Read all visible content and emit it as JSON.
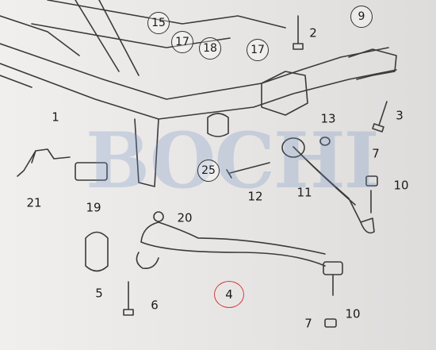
{
  "diagram": {
    "watermark": "BOCHI",
    "labels": [
      {
        "id": "15",
        "text": "15",
        "style": "circled"
      },
      {
        "id": "17a",
        "text": "17",
        "style": "circled"
      },
      {
        "id": "18",
        "text": "18",
        "style": "circled"
      },
      {
        "id": "17b",
        "text": "17",
        "style": "circled"
      },
      {
        "id": "9",
        "text": "9",
        "style": "circled"
      },
      {
        "id": "2",
        "text": "2",
        "style": "plain"
      },
      {
        "id": "1",
        "text": "1",
        "style": "plain"
      },
      {
        "id": "3",
        "text": "3",
        "style": "plain"
      },
      {
        "id": "13",
        "text": "13",
        "style": "plain"
      },
      {
        "id": "25",
        "text": "25",
        "style": "circled"
      },
      {
        "id": "21",
        "text": "21",
        "style": "plain"
      },
      {
        "id": "19",
        "text": "19",
        "style": "plain"
      },
      {
        "id": "7a",
        "text": "7",
        "style": "plain"
      },
      {
        "id": "10a",
        "text": "10",
        "style": "plain"
      },
      {
        "id": "12",
        "text": "12",
        "style": "plain"
      },
      {
        "id": "11",
        "text": "11",
        "style": "plain"
      },
      {
        "id": "20",
        "text": "20",
        "style": "plain"
      },
      {
        "id": "5",
        "text": "5",
        "style": "plain"
      },
      {
        "id": "6",
        "text": "6",
        "style": "plain"
      },
      {
        "id": "4",
        "text": "4",
        "style": "highlighted"
      },
      {
        "id": "10b",
        "text": "10",
        "style": "plain"
      },
      {
        "id": "7b",
        "text": "7",
        "style": "plain"
      }
    ],
    "colors": {
      "line": "#3a3a3a",
      "highlight": "#d23b3b",
      "watermark": "#6e91c3"
    }
  }
}
